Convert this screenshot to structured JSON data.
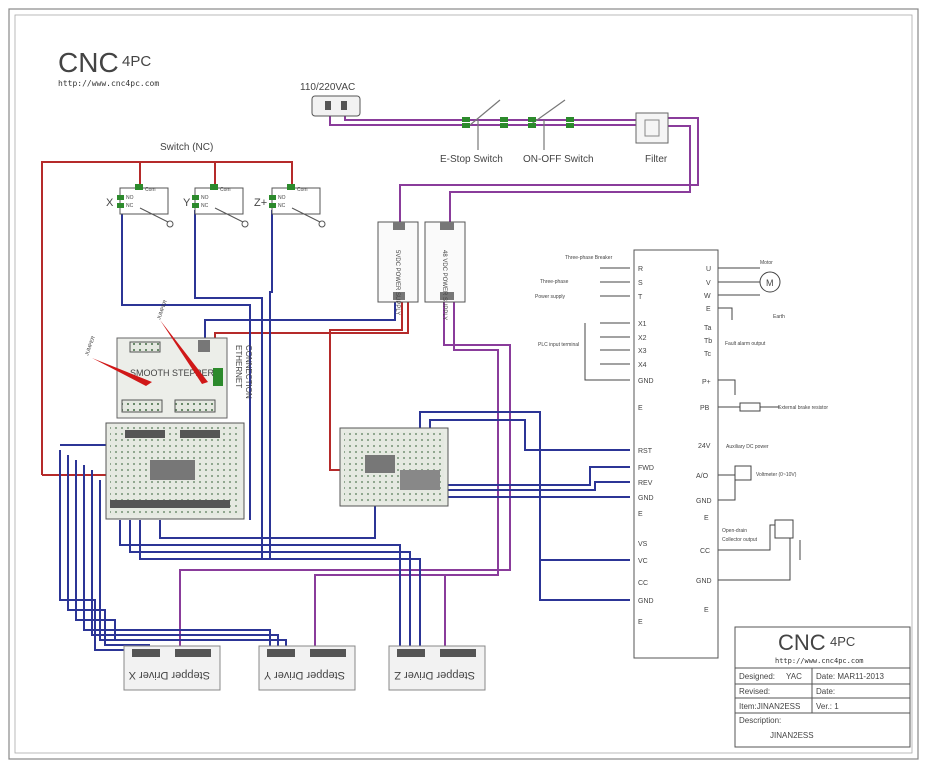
{
  "logo": {
    "main": "CNC",
    "sub": "4PC",
    "url": "http://www.cnc4pc.com"
  },
  "power": {
    "input": "110/220VAC",
    "estop": "E-Stop Switch",
    "onoff": "ON-OFF Switch",
    "filter": "Filter"
  },
  "limits": {
    "title": "Switch (NC)",
    "axes": [
      "X",
      "Y",
      "Z+"
    ],
    "com": "Com",
    "no": "NO",
    "nc": "NC"
  },
  "supplies": {
    "left": "5VDC POWER SUPPLY",
    "right": "48 VDC POWER SUPPLY",
    "pins": "N L",
    "out": "- +"
  },
  "smooth": {
    "name": "SMOOTH STEPPER",
    "ethernet_1": "ETHERNET",
    "ethernet_2": "CONNECTION",
    "jumper": "JUMPER"
  },
  "vfd": {
    "left_labels": [
      "Three-phase Breaker",
      "Three-phase",
      "Power supply",
      "PLC input terminal"
    ],
    "terminals_left": [
      "R",
      "S",
      "T",
      "X1",
      "X2",
      "X3",
      "X4",
      "GND",
      "E",
      "RST",
      "FWD",
      "REV",
      "GND",
      "E",
      "VS",
      "VC",
      "CC",
      "GND",
      "E"
    ],
    "terminals_right": [
      "U",
      "V",
      "W",
      "E",
      "Ta",
      "Tb",
      "Tc",
      "P+",
      "PB",
      "24V",
      "A/O",
      "GND",
      "E",
      "CC",
      "GND",
      "E"
    ],
    "right_labels": [
      "Motor",
      "Earth",
      "Fault alarm output",
      "External brake resistor",
      "Auxiliary DC power",
      "Voltmeter (0~10V)",
      "Open-drain",
      "Collector output"
    ],
    "motor_symbol": "M"
  },
  "drivers": [
    "Stepper Driver X",
    "Stepper Driver Y",
    "Stepper Driver Z"
  ],
  "title_block": {
    "designed": "Designed:",
    "designer": "YAC",
    "date": "Date: MAR11-2013",
    "revised": "Revised:",
    "date2": "Date:",
    "item": "Item:JINAN2ESS",
    "ver": "Ver.: 1",
    "description_label": "Description:",
    "description": "JINAN2ESS"
  },
  "colors": {
    "purple": "#8a3c9b",
    "blue": "#2c3596",
    "red": "#b52a2a",
    "green": "#2c8a2c",
    "board": "#e9ece6"
  }
}
